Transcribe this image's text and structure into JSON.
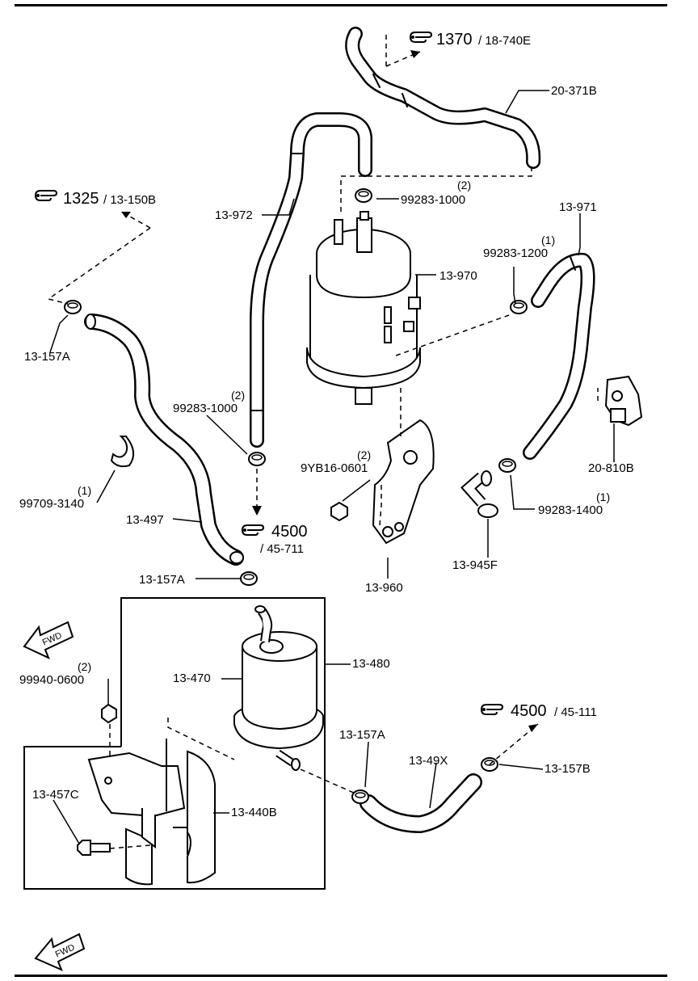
{
  "labels": {
    "ref_1370": "1370",
    "ref_1370_sub": "/ 18-740E",
    "p_20_371B": "20-371B",
    "p_13_972": "13-972",
    "qty_99283_1000_top": "(2)",
    "p_99283_1000_top": "99283-1000",
    "p_13_971": "13-971",
    "ref_1325": "1325",
    "ref_1325_sub": "/ 13-150B",
    "qty_99283_1200": "(1)",
    "p_99283_1200": "99283-1200",
    "p_13_970": "13-970",
    "p_13_157A_top": "13-157A",
    "qty_99283_1000_mid": "(2)",
    "p_99283_1000_mid": "99283-1000",
    "qty_9YB16": "(2)",
    "p_9YB16": "9YB16-0601",
    "p_20_810B": "20-810B",
    "qty_99709": "(1)",
    "p_99709": "99709-3140",
    "qty_99283_1400": "(1)",
    "p_99283_1400": "99283-1400",
    "p_13_497": "13-497",
    "ref_4500_a": "4500",
    "ref_4500_a_sub": "/ 45-711",
    "p_13_945F": "13-945F",
    "p_13_157A_mid": "13-157A",
    "p_13_960": "13-960",
    "fwd_1": "FWD",
    "p_13_480": "13-480",
    "p_13_470": "13-470",
    "qty_99940": "(2)",
    "p_99940": "99940-0600",
    "ref_4500_b": "4500",
    "ref_4500_b_sub": "/ 45-111",
    "p_13_157A_low": "13-157A",
    "p_13_49X": "13-49X",
    "p_13_157B": "13-157B",
    "p_13_457C": "13-457C",
    "p_13_440B": "13-440B",
    "fwd_2": "FWD"
  },
  "icons": [
    "pointing-hand-icon",
    "fwd-arrow-icon"
  ]
}
